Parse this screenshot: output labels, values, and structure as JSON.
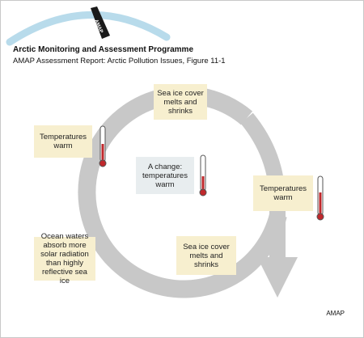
{
  "header": {
    "logo_text": "AMAP",
    "title": "Arctic Monitoring and Assessment Programme",
    "subtitle": "AMAP Assessment Report: Arctic Pollution Issues, Figure 11-1"
  },
  "diagram": {
    "boxes": {
      "top_right": "Sea ice cover melts and shrinks",
      "left": "Temperatures warm",
      "center": "A change: temperatures warm",
      "right": "Temperatures warm",
      "bottom_left": "Ocean waters absorb more solar radiation than highly reflective sea ice",
      "bottom_middle": "Sea ice cover melts and shrinks"
    },
    "colors": {
      "arrow": "#c8c8c8",
      "box_cream": "#f7efcf",
      "box_grey": "#e8edef",
      "thermometer_red": "#c0282c",
      "logo_arc": "#b8dbeb"
    }
  },
  "footer": {
    "credit": "AMAP"
  }
}
